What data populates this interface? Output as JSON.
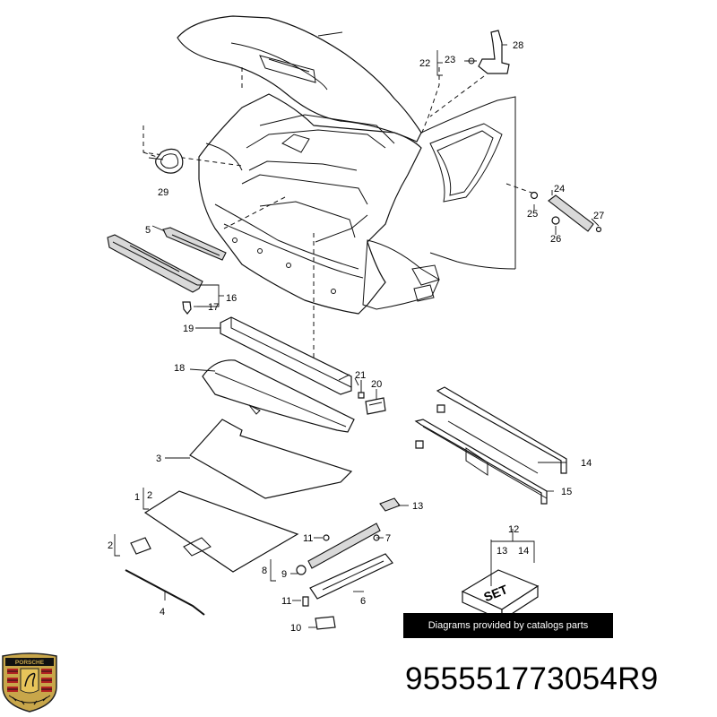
{
  "diagram": {
    "callouts": {
      "c1": "1",
      "c2a": "2",
      "c2b": "2",
      "c3": "3",
      "c4": "4",
      "c5": "5",
      "c6": "6",
      "c7": "7",
      "c8": "8",
      "c9": "9",
      "c10": "10",
      "c11a": "11",
      "c11b": "11",
      "c12": "12",
      "c13a": "13",
      "c13b": "13",
      "c14a": "14",
      "c14b": "14",
      "c15": "15",
      "c16": "16",
      "c17": "17",
      "c18": "18",
      "c19": "19",
      "c20": "20",
      "c21": "21",
      "c22": "22",
      "c23": "23",
      "c24": "24",
      "c25": "25",
      "c26": "26",
      "c27": "27",
      "c28": "28",
      "c29": "29"
    },
    "set_label": "SET"
  },
  "credit": {
    "text": "Diagrams provided by catalogs parts"
  },
  "part_number": "955551773054R9",
  "logo": {
    "name": "porsche-crest",
    "text": "PORSCHE"
  }
}
